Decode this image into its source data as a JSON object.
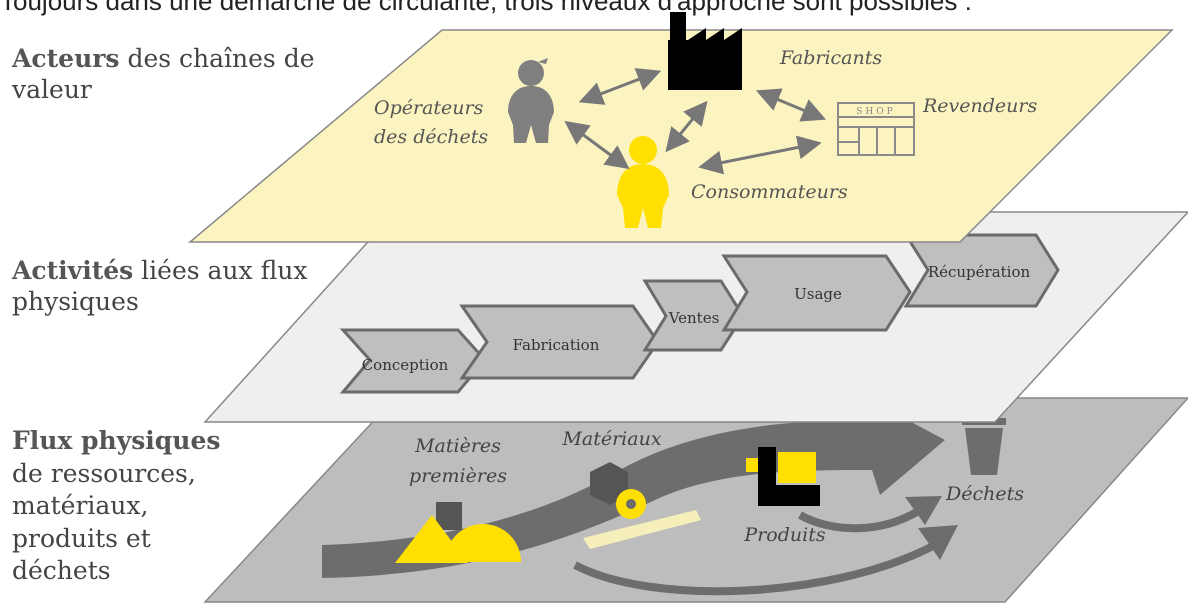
{
  "cut_text": "Toujours dans une démarche de circularité, trois niveaux d'approche sont possibles :",
  "layers": {
    "actors": {
      "title_bold": "Acteurs",
      "title_rest": "des chaînes de",
      "title_line2": "valeur",
      "labels": {
        "fabricants": "Fabricants",
        "operateurs_1": "Opérateurs",
        "operateurs_2": "des déchets",
        "revendeurs": "Revendeurs",
        "consommateurs": "Consommateurs",
        "shop": "SHOP"
      }
    },
    "activities": {
      "title_bold": "Activités",
      "title_rest": " liées aux flux",
      "title_line2": "physiques",
      "steps": [
        "Conception",
        "Fabrication",
        "Ventes",
        "Usage",
        "Récupération"
      ]
    },
    "flows": {
      "title_bold": "Flux physiques",
      "title_lines": [
        "de ressources,",
        "matériaux,",
        "produits et",
        "déchets"
      ],
      "labels": {
        "matieres_1": "Matières",
        "matieres_2": "premières",
        "materiaux": "Matériaux",
        "produits": "Produits",
        "dechets": "Déchets"
      }
    }
  },
  "colors": {
    "actors_plane": "#fbf4c0",
    "activities_plane": "#efefef",
    "flows_plane": "#bdbdbd",
    "accent_yellow": "#ffe000",
    "arrow_grey": "#7a7a7a",
    "chevron": "#bfbfbf"
  }
}
